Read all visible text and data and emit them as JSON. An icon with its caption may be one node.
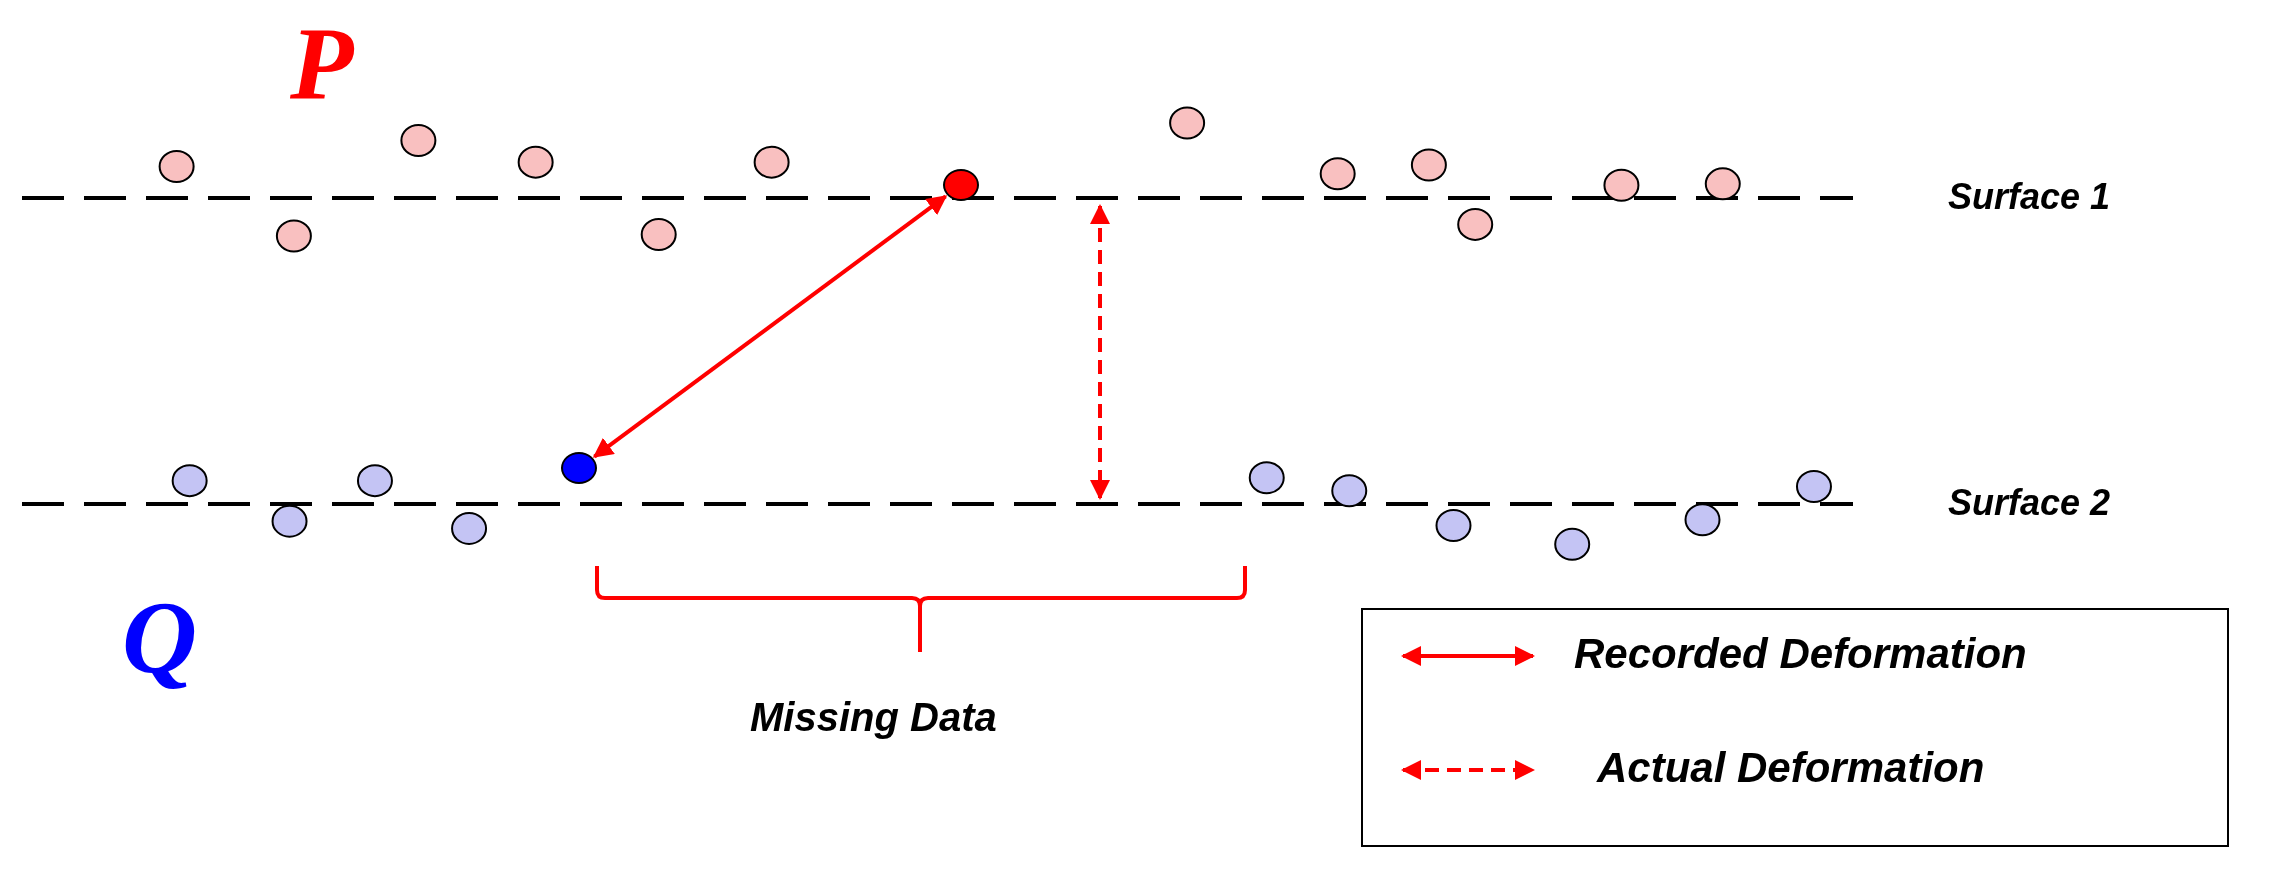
{
  "diagram": {
    "nodes": [
      {
        "text": [],
        "shape": "circle"
      },
      {
        "text": [],
        "shape": "circle"
      }
    ],
    "edges": [
      {
        "from": 0,
        "to": 1,
        "arrow": "both"
      }
    ],
    "labels": [
      "P",
      "Surface 1",
      "Surface 2",
      "Q",
      "Missing Data"
    ],
    "legend": [
      {
        "text": "Recorded Deformation"
      },
      {
        "text": "Actual Deformation"
      }
    ]
  }
}
